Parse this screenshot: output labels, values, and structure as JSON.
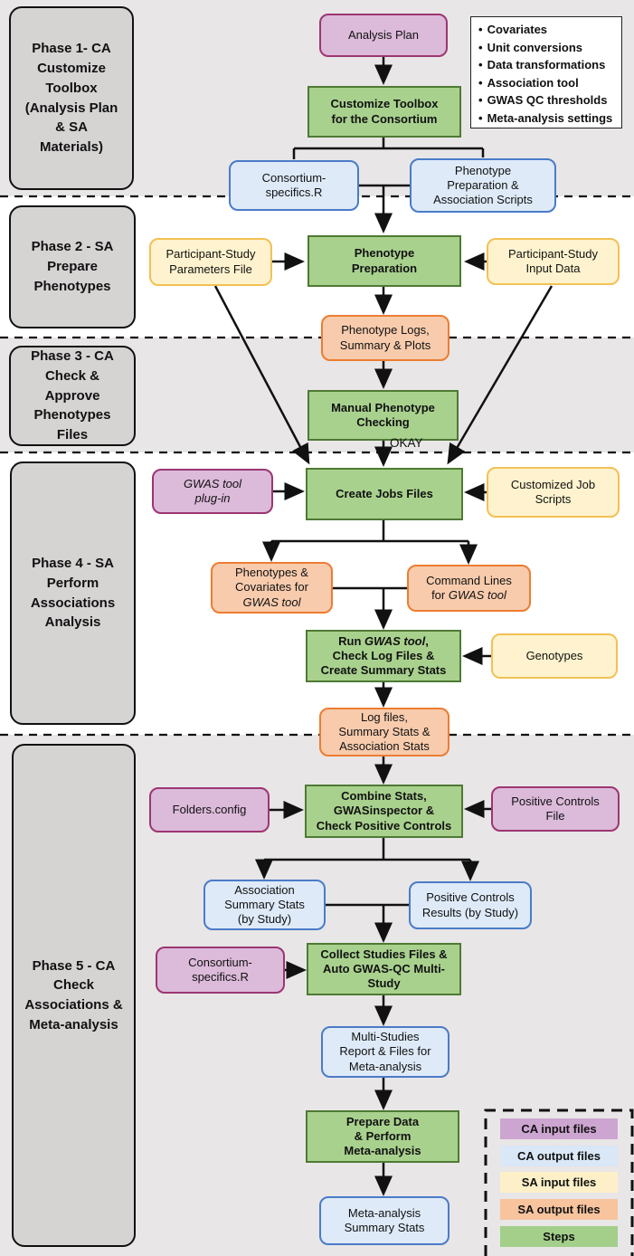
{
  "phases": [
    {
      "label": "Phase 1- CA\nCustomize\nToolbox\n(Analysis Plan\n& SA\nMaterials)"
    },
    {
      "label": "Phase 2 - SA\nPrepare\nPhenotypes"
    },
    {
      "label": "Phase 3 - CA\nCheck &\nApprove\nPhenotypes\nFiles"
    },
    {
      "label": "Phase 4 - SA\nPerform\nAssociations\nAnalysis"
    },
    {
      "label": "Phase 5 - CA\nCheck\nAssociations &\nMeta-analysis"
    }
  ],
  "callout": {
    "bullet": "•",
    "items": [
      "Covariates",
      "Unit conversions",
      "Data transformations",
      "Association tool",
      "GWAS QC thresholds",
      "Meta-analysis settings"
    ]
  },
  "nodes": {
    "analysis_plan": {
      "label": "Analysis Plan"
    },
    "customize_toolbox": {
      "label": "Customize Toolbox\nfor the Consortium"
    },
    "consortium_specifics_blue": {
      "label": "Consortium-\nspecifics.R"
    },
    "pheno_prep_scripts": {
      "label": "Phenotype\nPreparation &\nAssociation Scripts"
    },
    "params_file": {
      "label": "Participant-Study\nParameters File"
    },
    "phenotype_preparation": {
      "label": "Phenotype\nPreparation"
    },
    "input_data": {
      "label": "Participant-Study\nInput Data"
    },
    "phenotype_logs": {
      "label": "Phenotype Logs,\nSummary & Plots"
    },
    "manual_checking": {
      "label": "Manual Phenotype\nChecking"
    },
    "okay": {
      "label": "OKAY"
    },
    "gwas_plugin": {
      "label": "GWAS tool\nplug-in"
    },
    "create_jobs": {
      "label": "Create Jobs Files"
    },
    "job_scripts": {
      "label": "Customized Job\nScripts"
    },
    "phen_cov": {
      "pre": "Phenotypes &\nCovariates for\n",
      "italic": "GWAS tool",
      "post": ""
    },
    "cmd_lines": {
      "pre": "Command Lines\nfor ",
      "italic": "GWAS tool",
      "post": ""
    },
    "run_gwas": {
      "pre": "Run ",
      "italic": "GWAS tool",
      "post": ",\nCheck Log Files &\nCreate Summary Stats"
    },
    "genotypes": {
      "label": "Genotypes"
    },
    "log_files": {
      "label": "Log files,\nSummary Stats &\nAssociation Stats"
    },
    "folders_config": {
      "label": "Folders.config"
    },
    "combine_stats": {
      "label": "Combine Stats,\nGWASinspector &\nCheck Positive Controls"
    },
    "pos_controls_file": {
      "label": "Positive Controls\nFile"
    },
    "assoc_summary": {
      "label": "Association\nSummary Stats\n(by Study)"
    },
    "pos_controls_results": {
      "label": "Positive Controls\nResults (by Study)"
    },
    "consortium_specifics_purple": {
      "label": "Consortium-\nspecifics.R"
    },
    "collect_studies": {
      "label": "Collect Studies Files &\nAuto GWAS-QC Multi-\nStudy"
    },
    "multi_studies": {
      "label": "Multi-Studies\nReport & Files for\nMeta-analysis"
    },
    "prepare_meta": {
      "label": "Prepare Data\n& Perform\nMeta-analysis"
    },
    "meta_summary": {
      "label": "Meta-analysis\nSummary Stats"
    }
  },
  "legend": {
    "items": [
      {
        "label": "CA input files",
        "color": "#cda5d1"
      },
      {
        "label": "CA output files",
        "color": "#d9e7f6"
      },
      {
        "label": "SA input files",
        "color": "#fdf0c8"
      },
      {
        "label": "SA output files",
        "color": "#f7c49e"
      },
      {
        "label": "Steps",
        "color": "#a3cf8a"
      }
    ]
  },
  "colors": {
    "steps_fill": "#a9d18e",
    "steps_border": "#4e7a33",
    "ca_input_fill": "#dcbada",
    "ca_input_border": "#9c3672",
    "ca_output_fill": "#deeaf8",
    "ca_output_border": "#4b7bc7",
    "sa_input_fill": "#fef3ce",
    "sa_input_border": "#f2c155",
    "sa_output_fill": "#f8cbad",
    "sa_output_border": "#ed7d31",
    "phase_fill": "#d6d3d3",
    "band_gray": "#e8e6e6",
    "band_white": "#ffffff"
  }
}
